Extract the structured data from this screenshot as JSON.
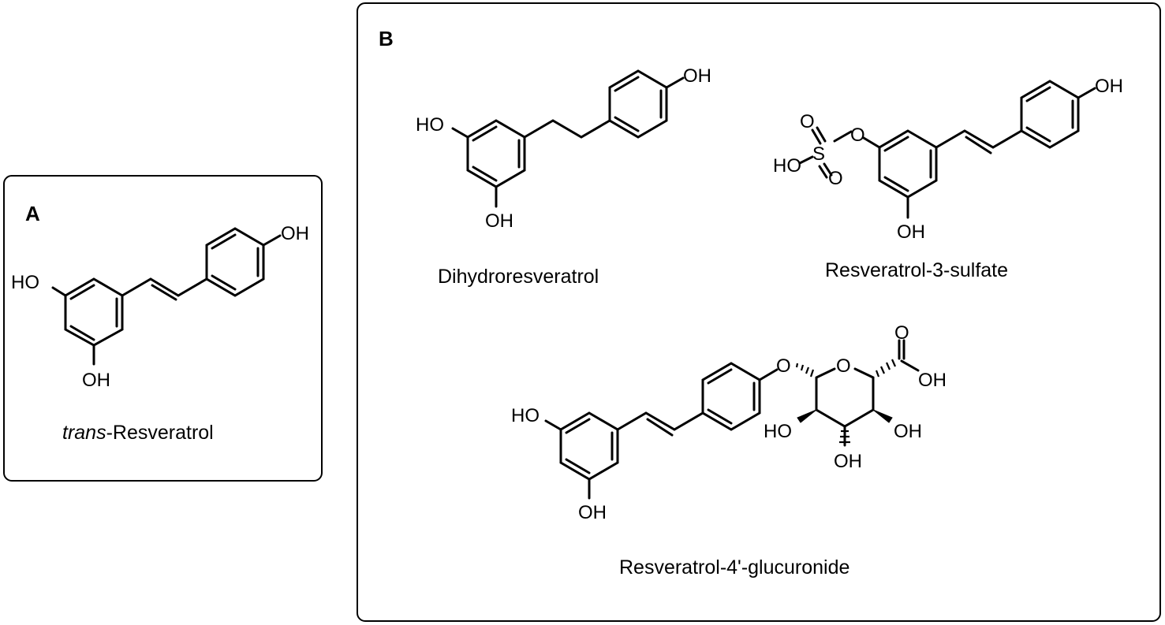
{
  "panels": {
    "A": {
      "label": "A",
      "compound": {
        "prefix": "trans",
        "suffix": "-Resveratrol"
      }
    },
    "B": {
      "label": "B",
      "compounds": {
        "dihydro": {
          "name": "Dihydroresveratrol"
        },
        "sulfate": {
          "name": "Resveratrol-3-sulfate"
        },
        "glucuronide": {
          "name": "Resveratrol-4'-glucuronide"
        }
      }
    }
  },
  "atoms": {
    "hydroxyl": "OH",
    "hydroxyl_left": "HO",
    "oxygen": "O",
    "sulfur": "S"
  },
  "colors": {
    "ink": "#000000",
    "background": "#ffffff"
  }
}
